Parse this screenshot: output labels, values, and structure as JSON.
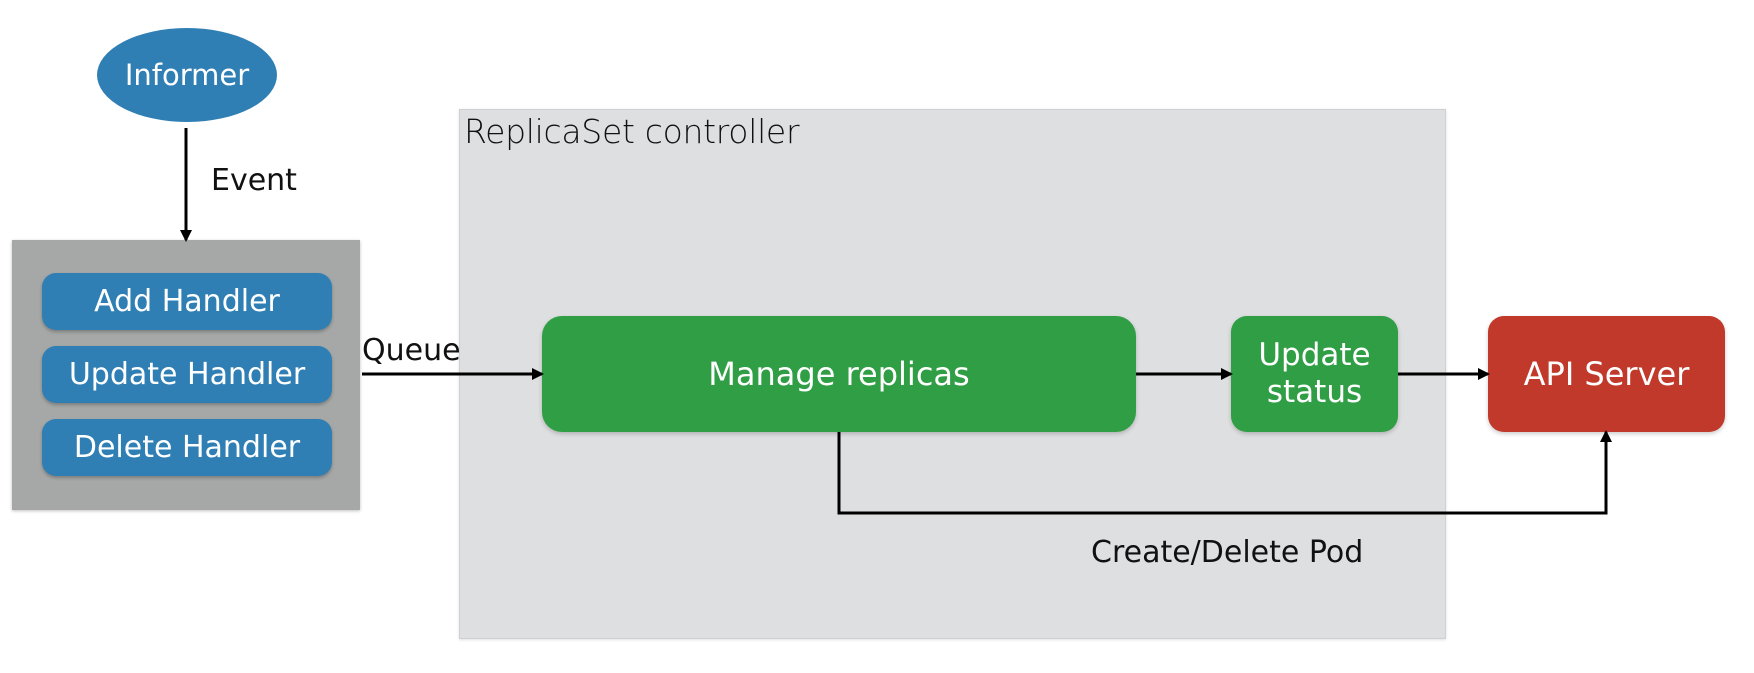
{
  "informer": {
    "label": "Informer"
  },
  "labels": {
    "event": "Event",
    "queue": "Queue",
    "create_delete": "Create/Delete Pod"
  },
  "handlers": {
    "add": "Add Handler",
    "update": "Update Handler",
    "delete": "Delete Handler"
  },
  "controller": {
    "title": "ReplicaSet controller",
    "manage": "Manage replicas",
    "update_status": "Update\nstatus"
  },
  "api_server": {
    "label": "API Server"
  },
  "colors": {
    "blue": "#2f7fb5",
    "green": "#2f9e44",
    "red": "#c0392b",
    "controller_bg": "#dedfe0",
    "handler_bg": "#a5a8a6"
  }
}
